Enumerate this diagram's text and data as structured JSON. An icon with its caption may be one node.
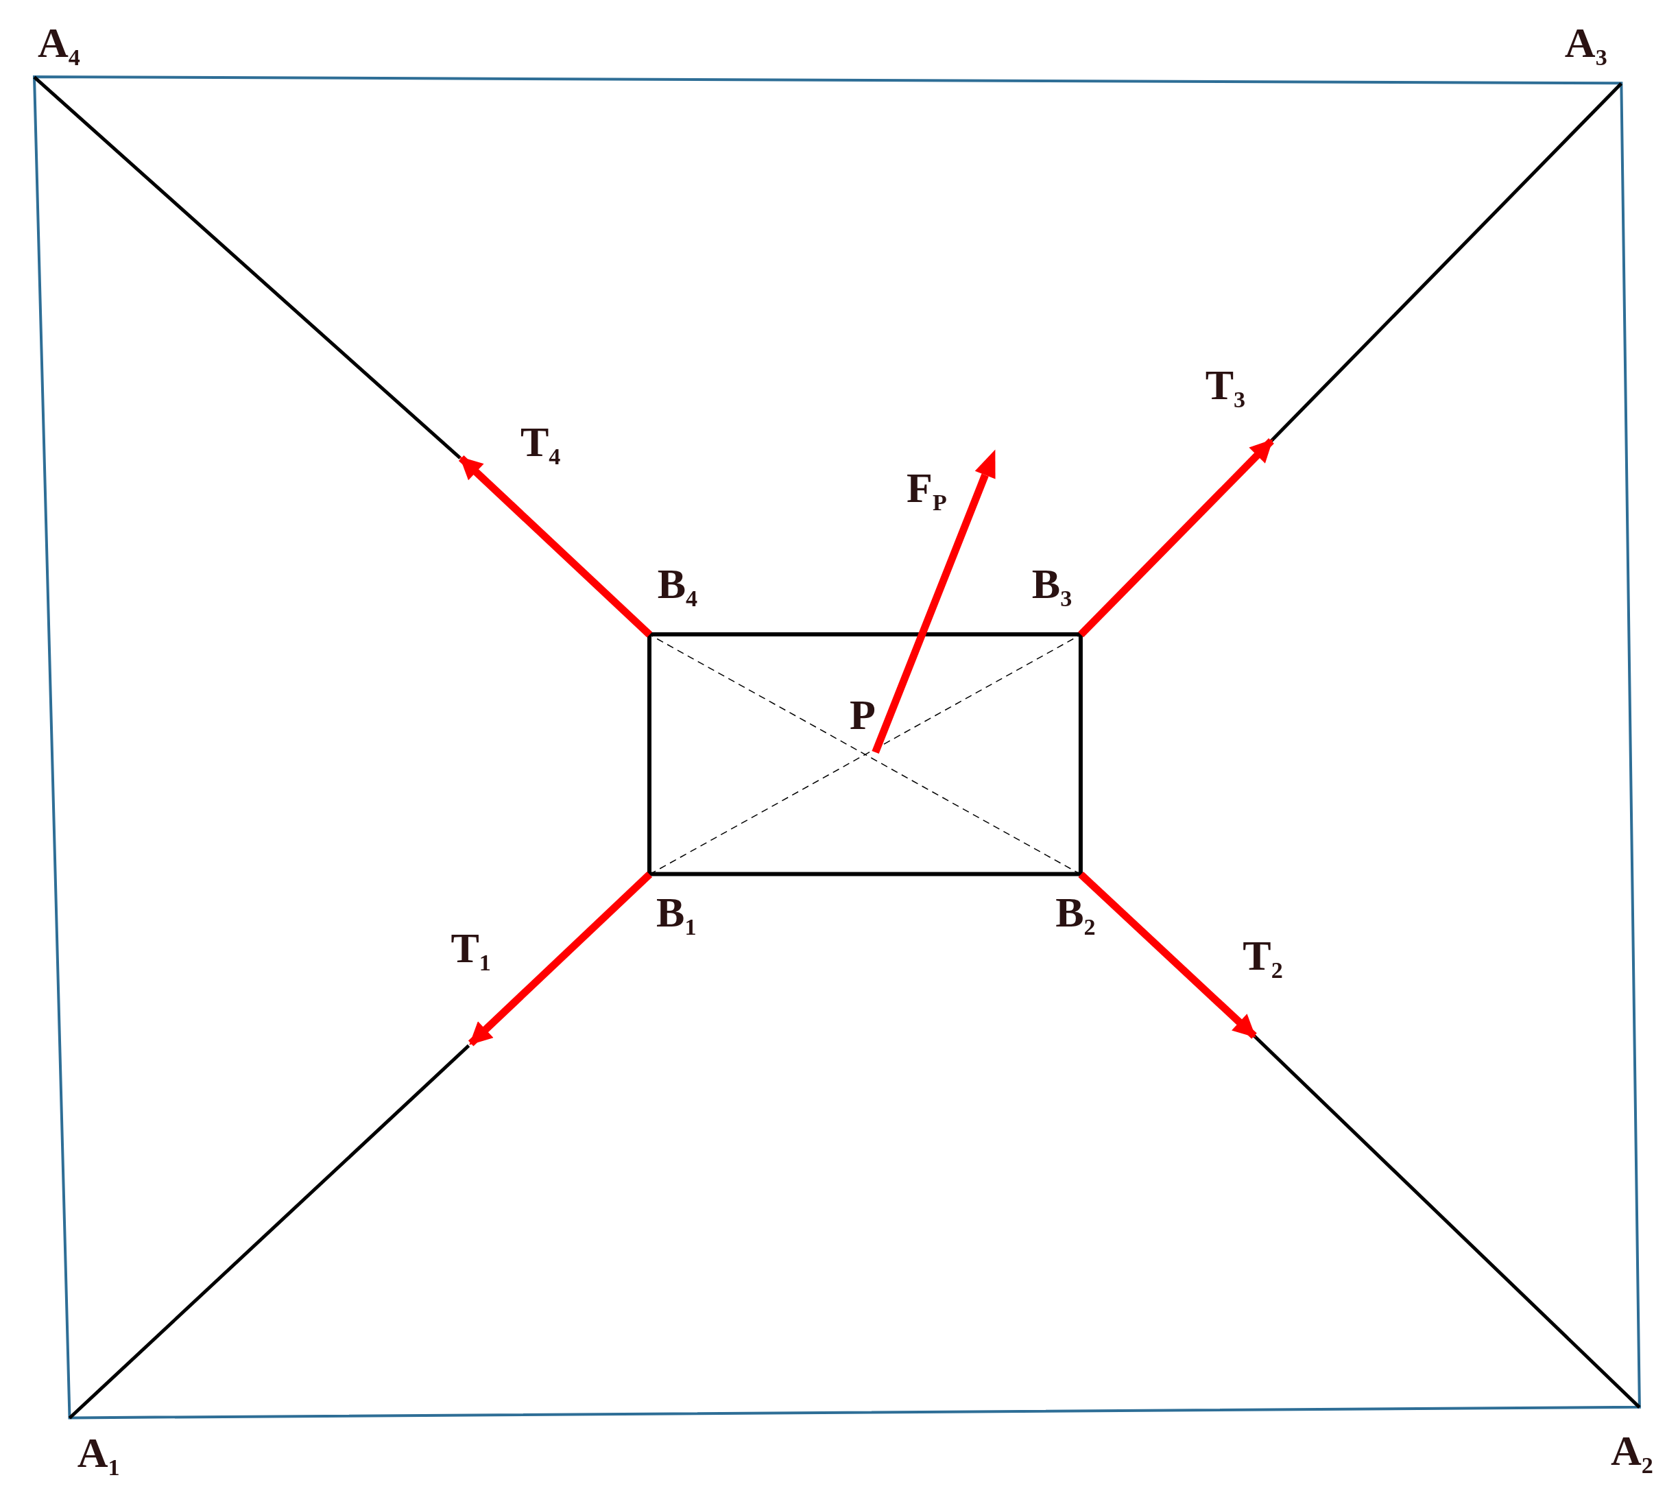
{
  "diagram": {
    "nodes": [
      {
        "text": [],
        "shape": "box"
      },
      {
        "text": [],
        "shape": "box",
        "in": 0
      }
    ],
    "edges": [
      {
        "from": 0,
        "to": null,
        "arrow": "none"
      },
      {
        "from": 1,
        "to": null,
        "arrow": "to",
        "style": "thick",
        "color": "#ff0000"
      },
      {
        "from": 0,
        "to": null,
        "arrow": "none"
      },
      {
        "from": 1,
        "to": null,
        "arrow": "to",
        "style": "thick",
        "color": "#ff0000"
      },
      {
        "from": 0,
        "to": null,
        "arrow": "none"
      },
      {
        "from": 1,
        "to": null,
        "arrow": "to",
        "style": "thick",
        "color": "#ff0000"
      },
      {
        "from": 0,
        "to": null,
        "arrow": "none"
      },
      {
        "from": 1,
        "to": null,
        "arrow": "to",
        "style": "thick",
        "color": "#ff0000"
      }
    ],
    "labels": [
      "A$_{4}$",
      "A$_{3}$",
      "T$_{3}$",
      "T$_{4}$",
      "F$_{P}$",
      "B$_{4}$",
      "B$_{3}$",
      "P",
      "B$_{1}$",
      "B$_{2}$",
      "T$_{1}$",
      "T$_{2}$",
      "A$_{1}$",
      "A$_{2}$"
    ]
  }
}
